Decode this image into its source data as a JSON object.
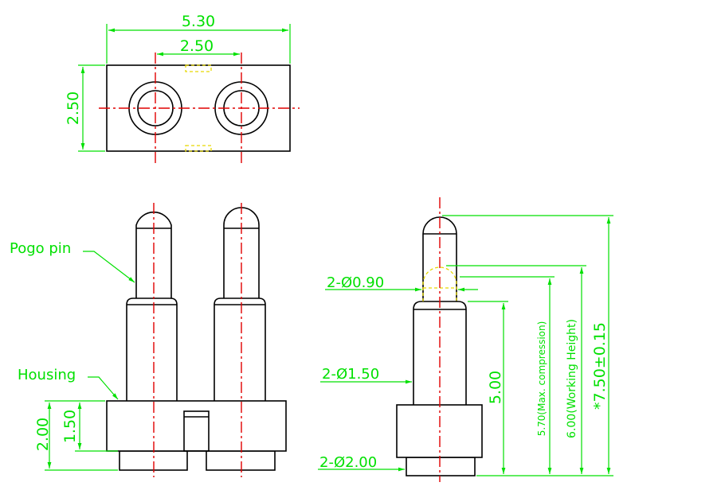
{
  "colors": {
    "outline": "#000000",
    "centerline": "#e00000",
    "dimension": "#00e000",
    "hidden": "#e6d800",
    "background": "#ffffff"
  },
  "top_view": {
    "dim_width": "5.30",
    "dim_pitch": "2.50",
    "dim_height": "2.50"
  },
  "front_view": {
    "label_pogo_pin": "Pogo pin",
    "label_housing": "Housing",
    "dim_total_housing": "2.00",
    "dim_housing_body": "1.50"
  },
  "side_view": {
    "dim_tip_dia": "2-Ø0.90",
    "dim_barrel_dia": "2-Ø1.50",
    "dim_base_dia": "2-Ø2.00",
    "dim_barrel_height": "5.00",
    "dim_max_compression": "5.70(Max. compression)",
    "dim_working_height": "6.00(Working Height)",
    "dim_total_height": "*7.50±0.15"
  }
}
